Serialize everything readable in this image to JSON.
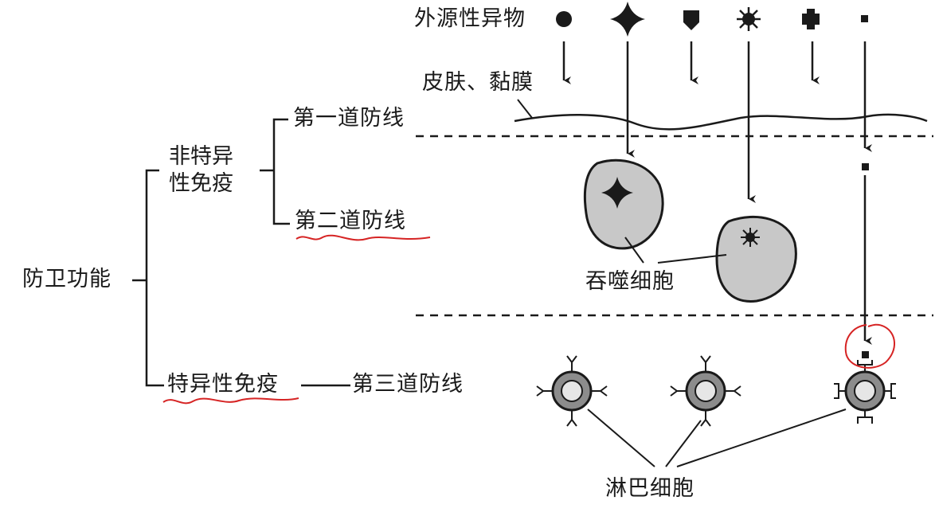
{
  "labels": {
    "foreign_substance": "外源性异物",
    "skin_mucosa": "皮肤、黏膜",
    "first_line": "第一道防线",
    "nonspecific_line1": "非特异",
    "nonspecific_line2": "性免疫",
    "second_line": "第二道防线",
    "defense_function": "防卫功能",
    "phagocyte": "吞噬细胞",
    "specific_immunity": "特异性免疫",
    "third_line": "第三道防线",
    "lymphocyte": "淋巴细胞"
  },
  "colors": {
    "ink": "#1a1a1a",
    "cell_fill": "#c8c8c8",
    "lymph_outer": "#8c8c8c",
    "lymph_inner": "#e6e6e6",
    "annotation_red": "#d62424"
  },
  "icons": {
    "foreign_bodies": [
      "dot-icon",
      "four-point-star-icon",
      "shield-pentagon-icon",
      "sun-burst-icon",
      "cross-blob-icon",
      "small-square-icon"
    ]
  }
}
